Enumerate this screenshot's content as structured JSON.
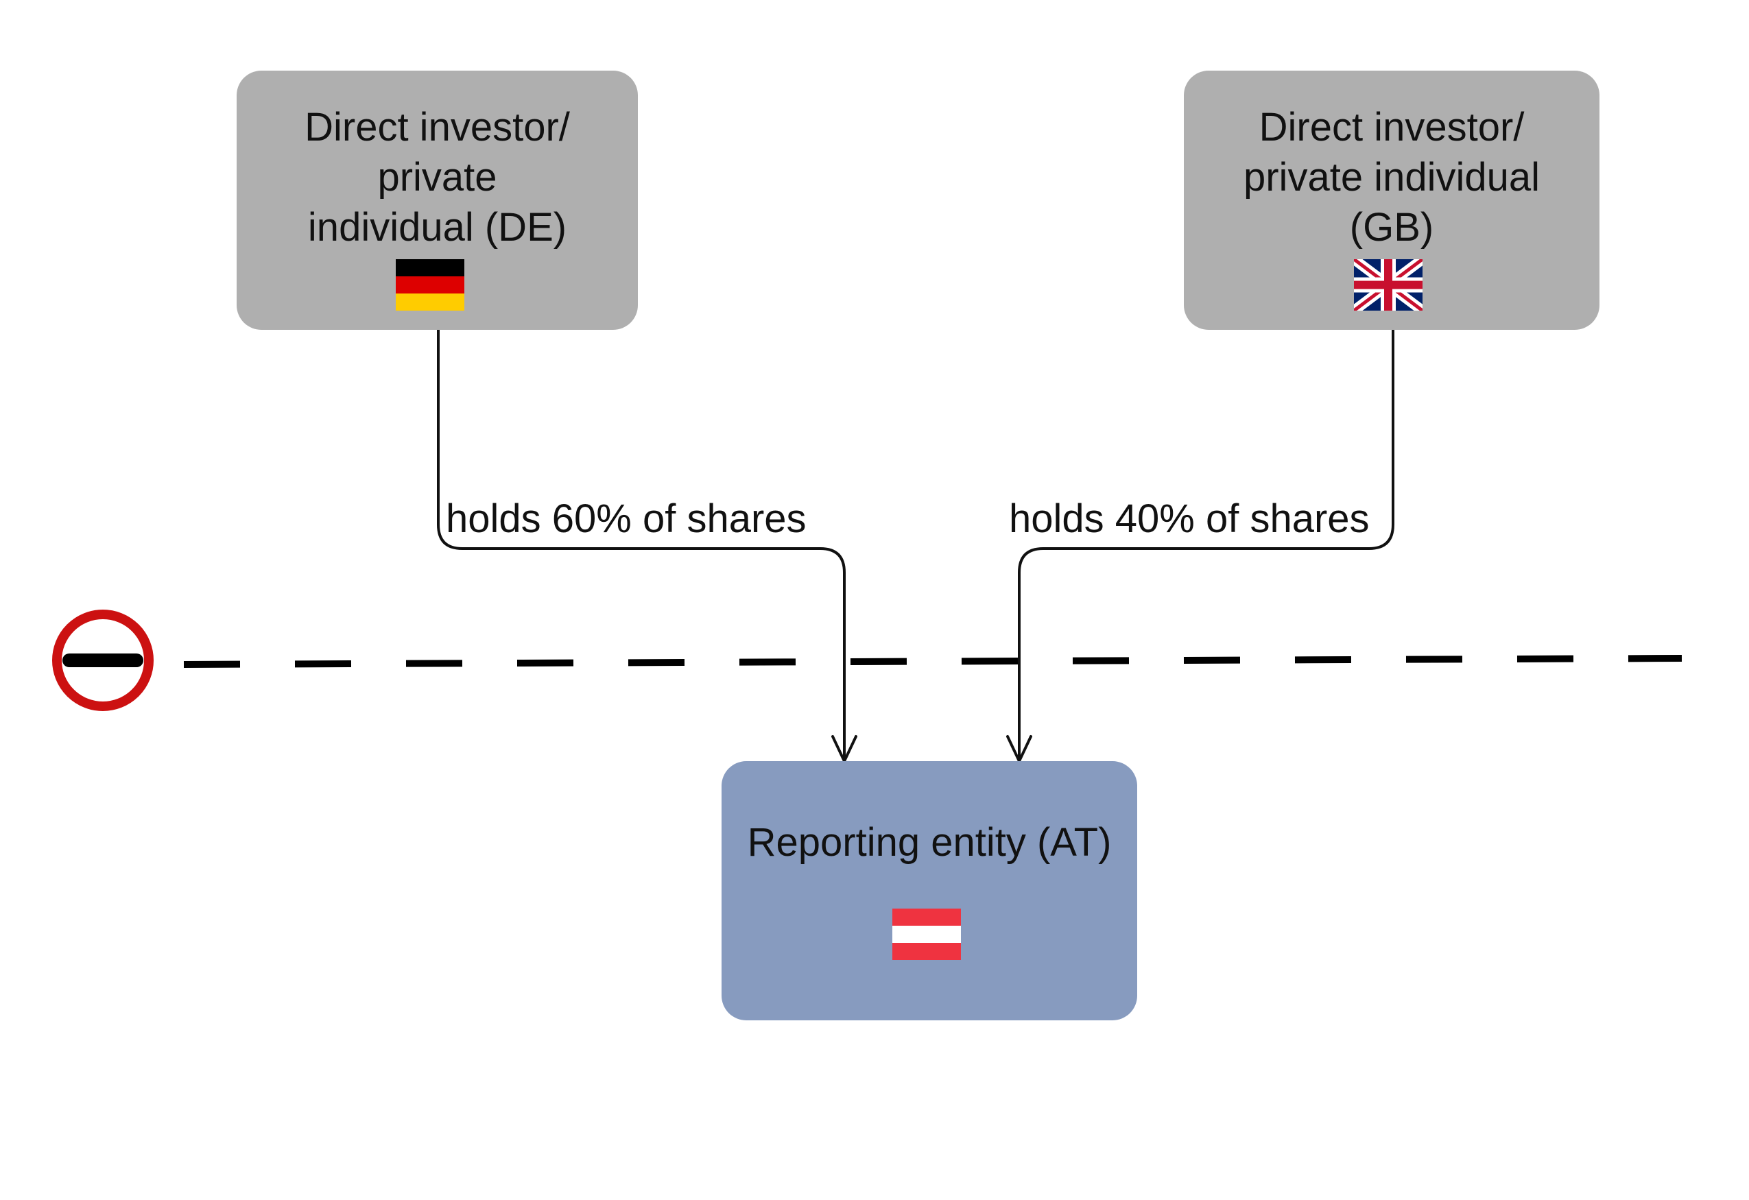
{
  "nodes": {
    "investor_de": {
      "label": "Direct investor/\nprivate\nindividual (DE)",
      "fill": "#afafaf",
      "flag": "germany-flag"
    },
    "investor_gb": {
      "label": "Direct investor/\nprivate individual\n(GB)",
      "fill": "#afafaf",
      "flag": "united-kingdom-flag"
    },
    "reporting_entity": {
      "label": "Reporting entity (AT)",
      "fill": "#879bbf",
      "flag": "austria-flag"
    }
  },
  "edges": [
    {
      "from": "investor_de",
      "to": "reporting_entity",
      "label": "holds 60% of shares"
    },
    {
      "from": "investor_gb",
      "to": "reporting_entity",
      "label": "holds 40% of shares"
    }
  ],
  "border": {
    "style": "dashed",
    "icon": "no-entry-icon",
    "icon_color": "#cc1111"
  },
  "flag_colors": {
    "germany": [
      "#000000",
      "#dd0000",
      "#ffcc00"
    ],
    "austria": [
      "#ef3340",
      "#ffffff",
      "#ef3340"
    ],
    "united_kingdom": {
      "blue": "#012169",
      "red": "#c8102e",
      "white": "#ffffff"
    }
  }
}
